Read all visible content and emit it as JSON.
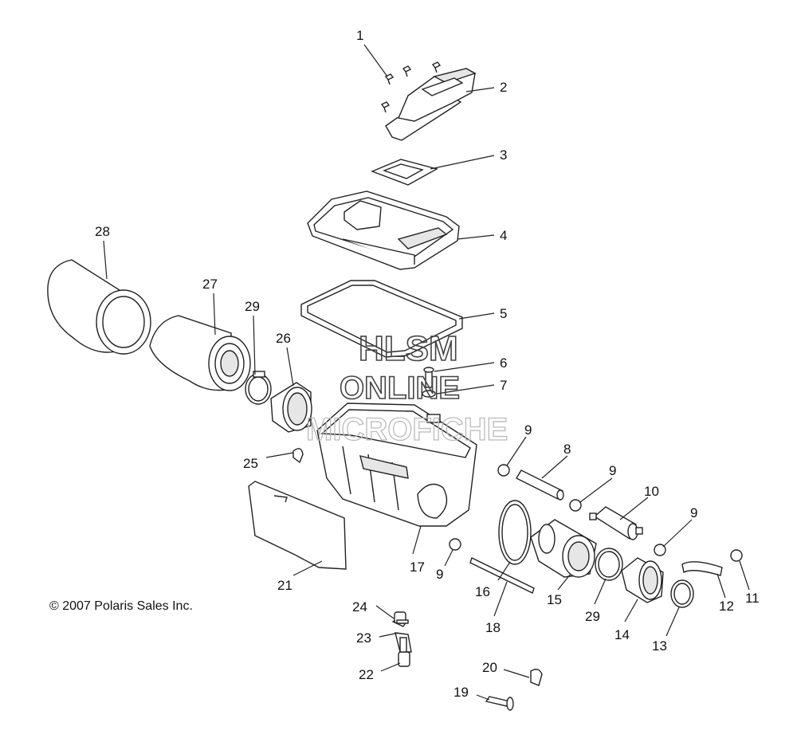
{
  "copyright": "© 2007 Polaris Sales Inc.",
  "watermark": {
    "line1": "HLSM",
    "line2": "ONLINE",
    "line3": "MICROFICHE"
  },
  "callouts": [
    {
      "id": "c1",
      "label": "1"
    },
    {
      "id": "c2",
      "label": "2"
    },
    {
      "id": "c3",
      "label": "3"
    },
    {
      "id": "c4",
      "label": "4"
    },
    {
      "id": "c5",
      "label": "5"
    },
    {
      "id": "c6",
      "label": "6"
    },
    {
      "id": "c7",
      "label": "7"
    },
    {
      "id": "c8",
      "label": "8"
    },
    {
      "id": "c9a",
      "label": "9"
    },
    {
      "id": "c9b",
      "label": "9"
    },
    {
      "id": "c9c",
      "label": "9"
    },
    {
      "id": "c9d",
      "label": "9"
    },
    {
      "id": "c10",
      "label": "10"
    },
    {
      "id": "c11",
      "label": "11"
    },
    {
      "id": "c12",
      "label": "12"
    },
    {
      "id": "c13",
      "label": "13"
    },
    {
      "id": "c14",
      "label": "14"
    },
    {
      "id": "c15",
      "label": "15"
    },
    {
      "id": "c16",
      "label": "16"
    },
    {
      "id": "c17",
      "label": "17"
    },
    {
      "id": "c18",
      "label": "18"
    },
    {
      "id": "c19",
      "label": "19"
    },
    {
      "id": "c20",
      "label": "20"
    },
    {
      "id": "c21",
      "label": "21"
    },
    {
      "id": "c22",
      "label": "22"
    },
    {
      "id": "c23",
      "label": "23"
    },
    {
      "id": "c24",
      "label": "24"
    },
    {
      "id": "c25",
      "label": "25"
    },
    {
      "id": "c26",
      "label": "26"
    },
    {
      "id": "c27",
      "label": "27"
    },
    {
      "id": "c28",
      "label": "28"
    },
    {
      "id": "c29a",
      "label": "29"
    },
    {
      "id": "c29b",
      "label": "29"
    }
  ]
}
